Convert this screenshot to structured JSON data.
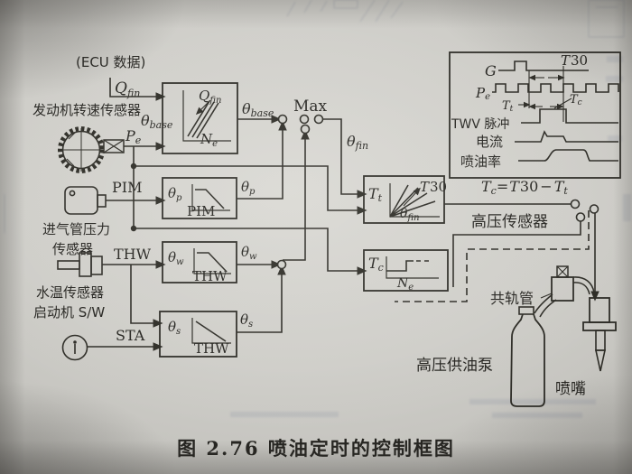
{
  "caption": "图 2.76  喷油定时的控制框图",
  "ecu_data_label": "(ECU 数据)",
  "sensors": {
    "speed": "发动机转速传感器",
    "pressure_l1": "进气管压力",
    "pressure_l2": "传感器",
    "water": "水温传感器",
    "starter": "启动机 S/W"
  },
  "sym": {
    "theta": "θ",
    "sub_base": "base",
    "sub_p": "p",
    "sub_w": "w",
    "sub_s": "s",
    "sub_fin": "fin",
    "Q": "Q",
    "N": "N",
    "P": "P",
    "T": "T",
    "sub_e": "e",
    "sub_t": "t",
    "sub_c": "c",
    "n30": "30",
    "max": "Max",
    "pim": "PIM",
    "thw": "THW",
    "sta": "STA"
  },
  "formula": {
    "eq": "=",
    "minus": "−"
  },
  "right": {
    "hp_sensor": "高压传感器",
    "rail": "共轨管",
    "pump": "高压供油泵",
    "nozzle": "喷嘴"
  },
  "panel": {
    "g": "G",
    "twv": "TWV 脉冲",
    "current": "电流",
    "rate": "喷油率"
  }
}
